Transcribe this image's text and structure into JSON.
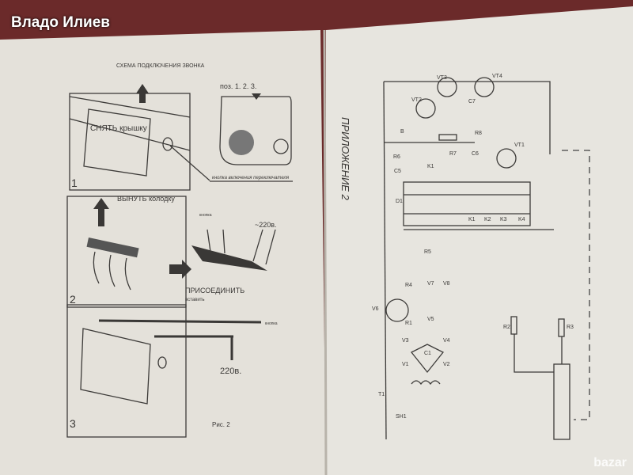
{
  "watermark": "Владо Илиев",
  "logo": "bazar",
  "left_page": {
    "title": "СХЕМА ПОДКЛЮЧЕНИЯ ЗВОНКА",
    "pos_label": "поз. 1. 2. 3.",
    "step1": {
      "number": "1",
      "label": "СНЯТЬ крышку",
      "callout": "кнопка включения переключателя"
    },
    "step2": {
      "number": "2",
      "label": "ВЫНУТЬ колодку",
      "button_label": "кнопка",
      "voltage": "~220в.",
      "connect": "ПРИСОЕДИНИТЬ",
      "insert": "вставить"
    },
    "step3": {
      "number": "3",
      "button_label": "кнопка",
      "voltage": "220в."
    },
    "caption": "Рис. 2"
  },
  "right_page": {
    "title": "ПРИЛОЖЕНИЕ 2",
    "components": [
      "VT3",
      "VT4",
      "VT2",
      "C7",
      "B",
      "R8",
      "VT1",
      "R6",
      "R7",
      "C6",
      "C5",
      "K1",
      "D1",
      "K1",
      "K2",
      "K3",
      "K4",
      "R5",
      "R4",
      "V7",
      "V8",
      "V6",
      "R1",
      "V5",
      "V3",
      "V4",
      "V1",
      "V2",
      "C1",
      "T1",
      "SH1",
      "R2",
      "R3"
    ]
  }
}
